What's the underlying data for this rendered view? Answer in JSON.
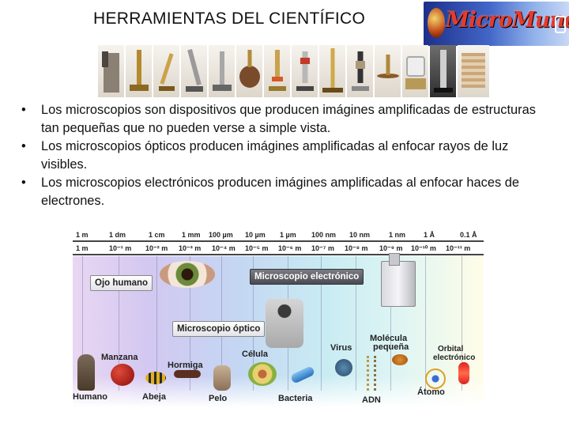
{
  "slide": {
    "title": "HERRAMIENTAS DEL CIENTÍFICO",
    "logo_text": "MicroMundo"
  },
  "bullets": [
    "Los microscopios son dispositivos que producen imágines amplificadas de estructuras tan pequeñas que no pueden verse a simple vista.",
    "Los microscopios ópticos producen imágines amplificadas al enfocar rayos de luz visibles.",
    "Los microscopios electrónicos producen imágines amplificadas al enfocar haces de electrones."
  ],
  "scale": {
    "top_units": [
      "1 m",
      "1 dm",
      "1 cm",
      "1 mm",
      "100 µm",
      "10 µm",
      "1 µm",
      "100 nm",
      "10 nm",
      "1 nm",
      "1 Å",
      "0.1 Å"
    ],
    "bottom_units": [
      "1 m",
      "10⁻¹ m",
      "10⁻² m",
      "10⁻³ m",
      "10⁻⁴ m",
      "10⁻⁵ m",
      "10⁻⁶ m",
      "10⁻⁷ m",
      "10⁻⁸ m",
      "10⁻⁹ m",
      "10⁻¹⁰ m",
      "10⁻¹¹ m"
    ],
    "banners": {
      "ojo": "Ojo humano",
      "electronico": "Microscopio electrónico",
      "optico": "Microscopio óptico"
    },
    "labels": {
      "manzana": "Manzana",
      "humano": "Humano",
      "abeja": "Abeja",
      "hormiga": "Hormiga",
      "pelo": "Pelo",
      "celula": "Célula",
      "bacteria": "Bacteria",
      "virus": "Virus",
      "molecula": "Molécula",
      "molecula2": "pequeña",
      "adn": "ADN",
      "orbital": "Orbital",
      "orbital2": "electrónico",
      "atomo": "Átomo"
    }
  }
}
